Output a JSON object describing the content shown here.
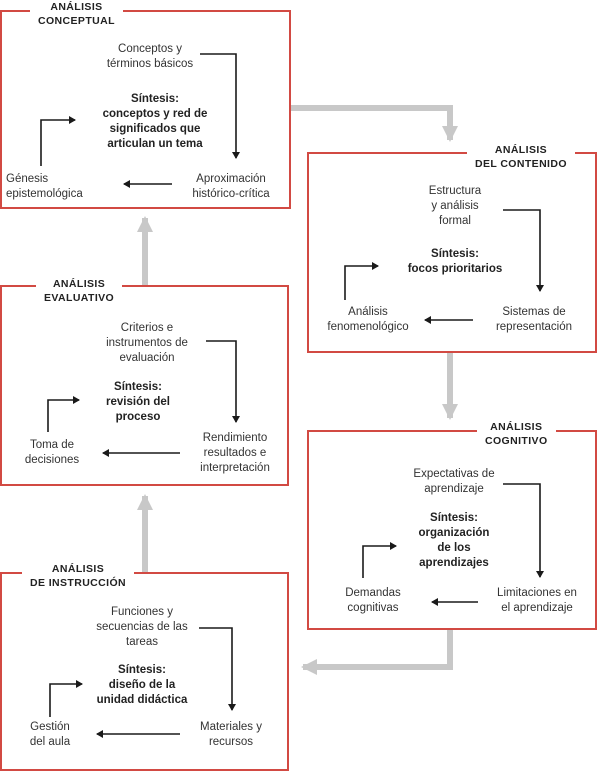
{
  "panels": {
    "conceptual": {
      "title": [
        "ANÁLISIS",
        "CONCEPTUAL"
      ],
      "top": [
        "Conceptos y",
        "términos básicos"
      ],
      "synthesis": [
        "Síntesis:",
        "conceptos y red de",
        "significados que",
        "articulan un tema"
      ],
      "bottom_right": [
        "Aproximación",
        "histórico-crítica"
      ],
      "bottom_left": [
        "Génesis",
        "epistemológica"
      ]
    },
    "contenido": {
      "title": [
        "ANÁLISIS",
        "DEL CONTENIDO"
      ],
      "top": [
        "Estructura",
        "y análisis",
        "formal"
      ],
      "synthesis": [
        "Síntesis:",
        "focos prioritarios"
      ],
      "bottom_right": [
        "Sistemas de",
        "representación"
      ],
      "bottom_left": [
        "Análisis",
        "fenomenológico"
      ]
    },
    "evaluativo": {
      "title": [
        "ANÁLISIS",
        "EVALUATIVO"
      ],
      "top": [
        "Criterios e",
        "instrumentos de",
        "evaluación"
      ],
      "synthesis": [
        "Síntesis:",
        "revisión del",
        "proceso"
      ],
      "bottom_right": [
        "Rendimiento",
        "resultados e",
        "interpretación"
      ],
      "bottom_left": [
        "Toma de",
        "decisiones"
      ]
    },
    "cognitivo": {
      "title": [
        "ANÁLISIS",
        "COGNITIVO"
      ],
      "top": [
        "Expectativas de",
        "aprendizaje"
      ],
      "synthesis": [
        "Síntesis:",
        "organización",
        "de los",
        "aprendizajes"
      ],
      "bottom_right": [
        "Limitaciones en",
        "el aprendizaje"
      ],
      "bottom_left": [
        "Demandas",
        "cognitivas"
      ]
    },
    "instruccion": {
      "title": [
        "ANÁLISIS",
        "DE INSTRUCCIÓN"
      ],
      "top": [
        "Funciones y",
        "secuencias de las",
        "tareas"
      ],
      "synthesis": [
        "Síntesis:",
        "diseño de la",
        "unidad didáctica"
      ],
      "bottom_right": [
        "Materiales y",
        "recursos"
      ],
      "bottom_left": [
        "Gestión",
        "del aula"
      ]
    }
  },
  "colors": {
    "box_border": "#d24a43",
    "inner_arrow": "#1a1a1a",
    "flow_arrow": "#c8c8c8"
  }
}
